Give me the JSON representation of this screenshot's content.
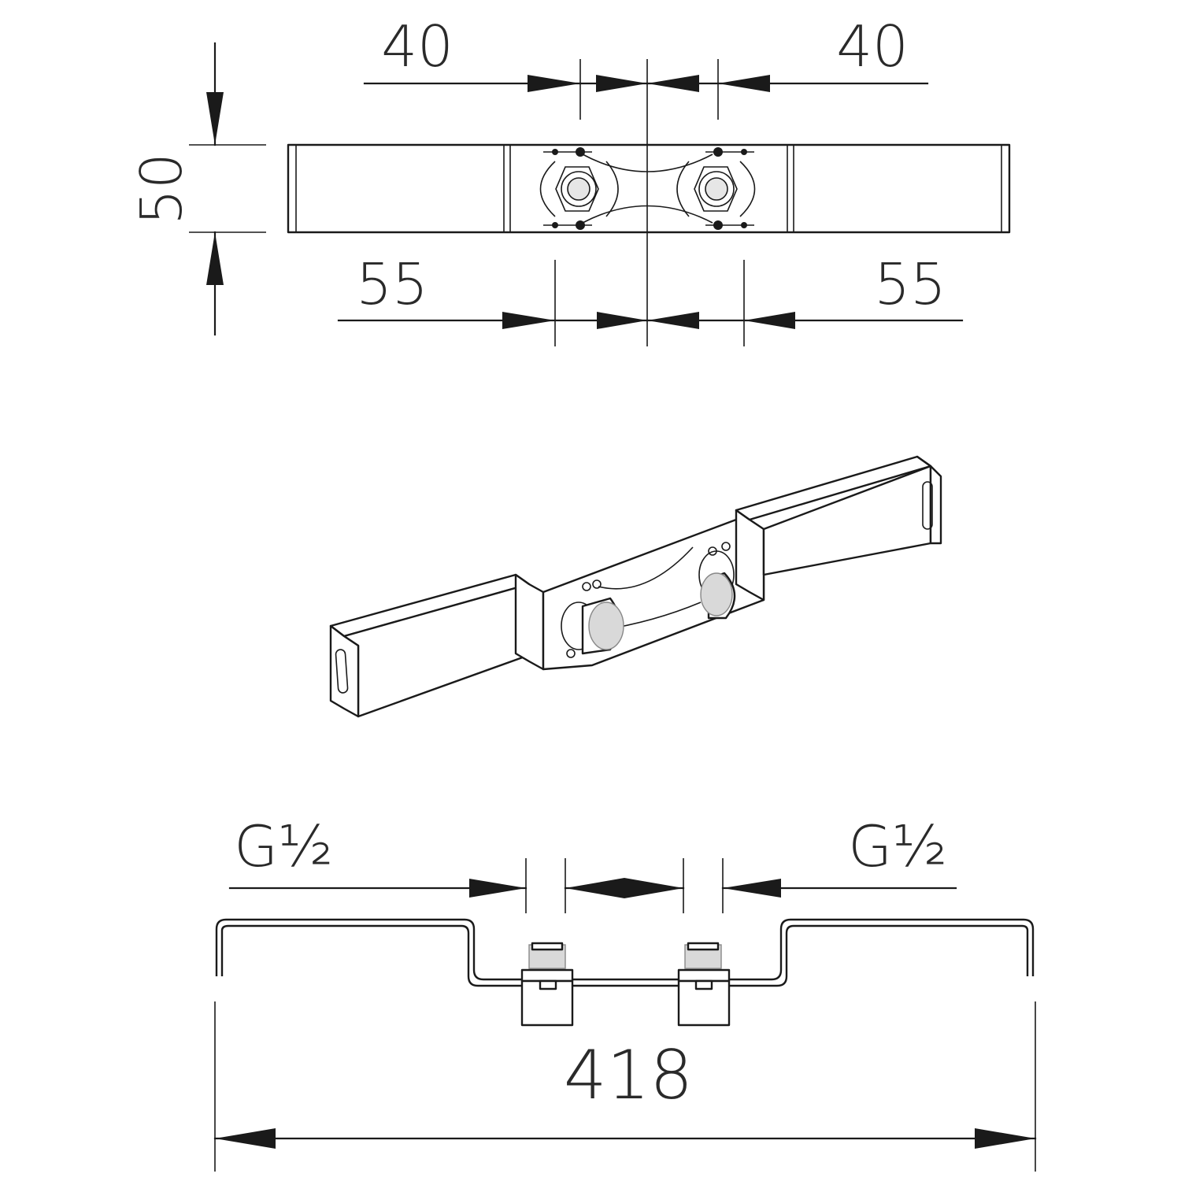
{
  "top_view": {
    "dim_left_upper": "40",
    "dim_right_upper": "40",
    "dim_left_lower": "55",
    "dim_right_lower": "55",
    "dim_height": "50"
  },
  "side_view": {
    "thread_left": "G½",
    "thread_right": "G½",
    "overall_length": "418"
  },
  "colors": {
    "line": "#1a1a1a",
    "background": "#ffffff"
  }
}
